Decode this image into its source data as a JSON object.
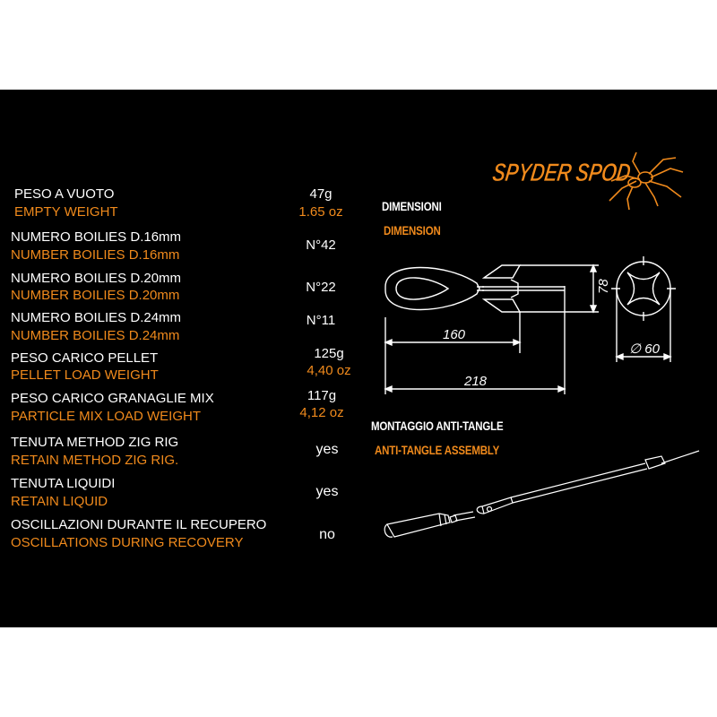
{
  "brand": {
    "name": "SPYDER SPOD",
    "color": "#f08a1c"
  },
  "specs": [
    {
      "it": "PESO A VUOTO",
      "en": "EMPTY WEIGHT",
      "value": "47g",
      "value_alt": "1.65 oz"
    },
    {
      "it": "NUMERO BOILIES D.16mm",
      "en": "NUMBER BOILIES  D.16mm",
      "value": "N°42",
      "value_alt": ""
    },
    {
      "it": "NUMERO BOILIES  D.20mm",
      "en": "NUMBER BOILIES D.20mm",
      "value": "N°22",
      "value_alt": ""
    },
    {
      "it": "NUMERO BOILIES D.24mm",
      "en": "NUMBER BOILIES  D.24mm",
      "value": "N°11",
      "value_alt": ""
    },
    {
      "it": "PESO CARICO PELLET",
      "en": "PELLET LOAD WEIGHT",
      "value": "125g",
      "value_alt": "4,40 oz"
    },
    {
      "it": "PESO CARICO GRANAGLIE MIX",
      "en": "PARTICLE MIX LOAD WEIGHT",
      "value": "117g",
      "value_alt": "4,12 oz"
    },
    {
      "it": "TENUTA METHOD ZIG RIG",
      "en": "RETAIN METHOD ZIG RIG.",
      "value": "yes",
      "value_alt": ""
    },
    {
      "it": "TENUTA LIQUIDI",
      "en": "RETAIN LIQUID",
      "value": "yes",
      "value_alt": ""
    },
    {
      "it": "OSCILLAZIONI DURANTE IL RECUPERO",
      "en": "OSCILLATIONS DURING RECOVERY",
      "value": "no",
      "value_alt": ""
    }
  ],
  "dimension": {
    "heading_it": "DIMENSIONI",
    "heading_en": "DIMENSION",
    "length_body": "160",
    "length_total": "218",
    "height": "78",
    "diameter": "∅ 60"
  },
  "assembly": {
    "heading_it": "MONTAGGIO ANTI-TANGLE",
    "heading_en": "ANTI-TANGLE ASSEMBLY"
  },
  "colors": {
    "background": "#000000",
    "accent": "#f08a1c",
    "text": "#ffffff"
  }
}
